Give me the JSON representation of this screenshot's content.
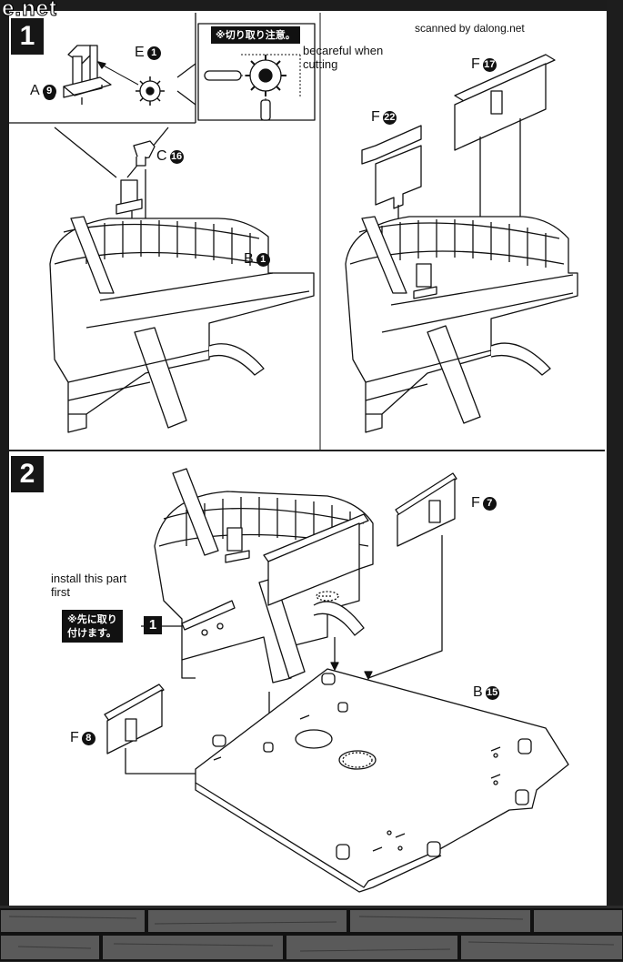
{
  "header": {
    "watermark_text": "e.net",
    "credit": "scanned by dalong.net"
  },
  "step1": {
    "number": "1",
    "parts": {
      "a": {
        "letter": "A",
        "number": "9"
      },
      "e": {
        "letter": "E",
        "number": "1"
      },
      "c": {
        "letter": "C",
        "number": "16"
      },
      "b": {
        "letter": "B",
        "number": "1"
      },
      "f17": {
        "letter": "F",
        "number": "17"
      },
      "f22": {
        "letter": "F",
        "number": "22"
      }
    },
    "cutting_note_jp": "※切り取り注意。",
    "cutting_note_en": "becareful when cutting"
  },
  "step2": {
    "number": "2",
    "install_note_en": "install this part first",
    "install_note_jp_line1": "※先に取り",
    "install_note_jp_line2": "付けます。",
    "install_ref_step": "1",
    "parts": {
      "f7": {
        "letter": "F",
        "number": "7"
      },
      "f8": {
        "letter": "F",
        "number": "8"
      },
      "b15": {
        "letter": "B",
        "number": "15"
      }
    }
  },
  "colors": {
    "frame": "#1a1a1a",
    "ink": "#111111",
    "paper": "#ffffff"
  }
}
